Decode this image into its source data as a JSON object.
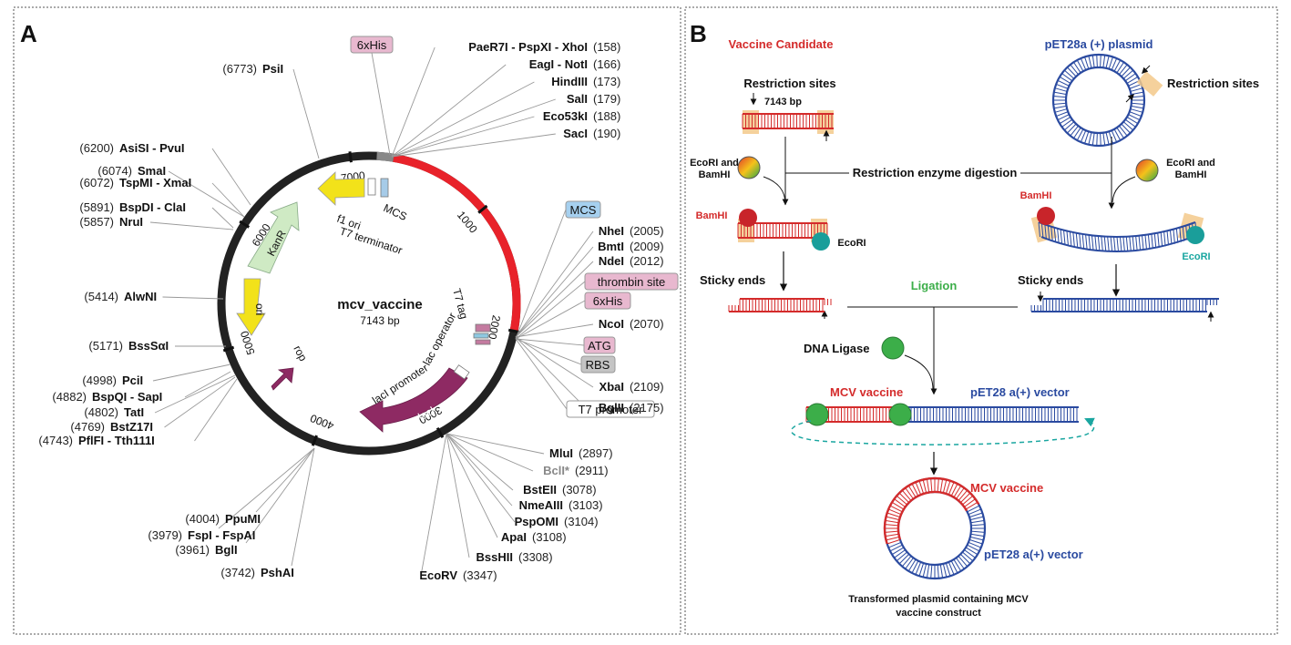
{
  "panelA": {
    "letter": "A",
    "plasmid_name": "mcv_vaccine",
    "plasmid_size": "7143 bp",
    "ticks": [
      "1000",
      "2000",
      "3000",
      "4000",
      "5000",
      "6000",
      "7000"
    ],
    "features": {
      "his_top": "6xHis",
      "mcs_box": "MCS",
      "thrombin": "thrombin site",
      "his_right": "6xHis",
      "atg": "ATG",
      "rbs": "RBS",
      "t7_promoter_box": "T7 promoter",
      "f1_ori": "f1 ori",
      "mcs_inner": "MCS",
      "t7_terminator": "T7 terminator",
      "kanr": "KanR",
      "ori": "ori",
      "rop": "rop",
      "laci": "lacI",
      "laci_promoter": "lacI promoter",
      "lac_operator": "lac operator",
      "t7_tag": "T7 tag"
    },
    "sites_right_top": [
      {
        "name": "PaeR7I - PspXI - XhoI",
        "pos": "(158)"
      },
      {
        "name": "EagI - NotI",
        "pos": "(166)"
      },
      {
        "name": "HindIII",
        "pos": "(173)"
      },
      {
        "name": "SalI",
        "pos": "(179)"
      },
      {
        "name": "Eco53kI",
        "pos": "(188)"
      },
      {
        "name": "SacI",
        "pos": "(190)"
      }
    ],
    "sites_right_mid": [
      {
        "name": "NheI",
        "pos": "(2005)"
      },
      {
        "name": "BmtI",
        "pos": "(2009)"
      },
      {
        "name": "NdeI",
        "pos": "(2012)"
      },
      {
        "name": "NcoI",
        "pos": "(2070)"
      },
      {
        "name": "XbaI",
        "pos": "(2109)"
      },
      {
        "name": "BglII",
        "pos": "(2175)"
      }
    ],
    "sites_right_bottom": [
      {
        "name": "MluI",
        "pos": "(2897)"
      },
      {
        "name": "BclI*",
        "pos": "(2911)"
      },
      {
        "name": "BstEII",
        "pos": "(3078)"
      },
      {
        "name": "NmeAIII",
        "pos": "(3103)"
      },
      {
        "name": "PspOMI",
        "pos": "(3104)"
      },
      {
        "name": "ApaI",
        "pos": "(3108)"
      },
      {
        "name": "BssHII",
        "pos": "(3308)"
      },
      {
        "name": "EcoRV",
        "pos": "(3347)"
      }
    ],
    "sites_bottom_left": [
      {
        "name": "PpuMI",
        "pos": "(4004)"
      },
      {
        "name": "FspI - FspAI",
        "pos": "(3979)"
      },
      {
        "name": "BglI",
        "pos": "(3961)"
      },
      {
        "name": "PshAI",
        "pos": "(3742)"
      }
    ],
    "sites_left": [
      {
        "name": "PsiI",
        "pos": "(6773)"
      },
      {
        "name": "AsiSI - PvuI",
        "pos": "(6200)"
      },
      {
        "name": "SmaI",
        "pos": "(6074)"
      },
      {
        "name": "TspMI - XmaI",
        "pos": "(6072)"
      },
      {
        "name": "BspDI - ClaI",
        "pos": "(5891)"
      },
      {
        "name": "NruI",
        "pos": "(5857)"
      },
      {
        "name": "AlwNI",
        "pos": "(5414)"
      },
      {
        "name": "BssSαI",
        "pos": "(5171)"
      },
      {
        "name": "PciI",
        "pos": "(4998)"
      },
      {
        "name": "BspQI - SapI",
        "pos": "(4882)"
      },
      {
        "name": "TatI",
        "pos": "(4802)"
      },
      {
        "name": "BstZ17I",
        "pos": "(4769)"
      },
      {
        "name": "PflFI - Tth111I",
        "pos": "(4743)"
      }
    ]
  },
  "panelB": {
    "letter": "B",
    "vaccine_candidate": "Vaccine Candidate",
    "plasmid_title": "pET28a (+)  plasmid",
    "restriction_sites_left": "Restriction sites",
    "bp_label": "7143 bp",
    "restriction_sites_right": "Restriction sites",
    "enzymes_left": "EcoRI and\nBamHI",
    "enzymes_right": "EcoRI and\nBamHI",
    "digestion": "Restriction enzyme digestion",
    "bamhi_left": "BamHI",
    "ecori_left": "EcoRI",
    "bamhi_right": "BamHI",
    "ecori_right": "EcoRI",
    "sticky_left": "Sticky ends",
    "sticky_right": "Sticky ends",
    "ligation": "Ligation",
    "dna_ligase": "DNA Ligase",
    "mcv_vaccine_1": "MCV vaccine",
    "vector_1": "pET28 a(+) vector",
    "mcv_vaccine_2": "MCV vaccine",
    "vector_2": "pET28 a(+) vector",
    "caption_line1": "Transformed plasmid containing MCV",
    "caption_line2": "vaccine construct"
  },
  "colors": {
    "red": "#d42b2b",
    "blue": "#2a4aa0",
    "green": "#3cae49",
    "teal": "#1aa6a0",
    "orange": "#f3c98b"
  }
}
